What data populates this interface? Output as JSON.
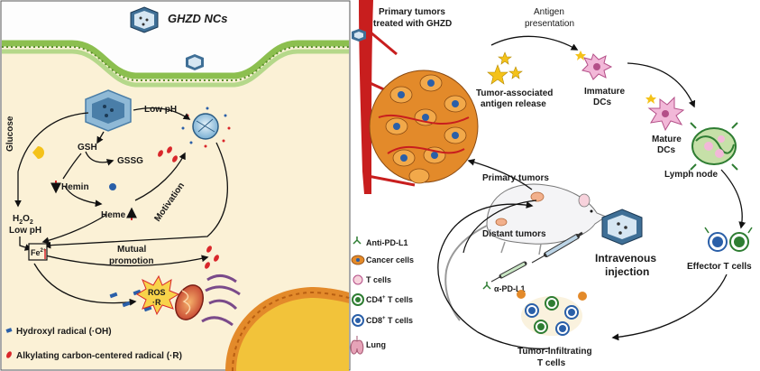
{
  "left_panel": {
    "title": "GHZD NCs",
    "glucose": "Glucose",
    "low_ph_top": "Low pH",
    "gsh": "GSH",
    "gssg": "GSSG",
    "hemin": "Hemin",
    "heme": "Heme",
    "motivation": "Motivation",
    "h2o2_main": "H",
    "h2o2_sub1": "2",
    "h2o2_mid": "O",
    "h2o2_sub2": "2",
    "low_ph_left": "Low pH",
    "fe_main": "Fe",
    "fe_sup": "2+",
    "mutual": "Mutual",
    "promotion": "promotion",
    "ros": "ROS",
    "ros_r": "·R",
    "legend_hydroxyl": "Hydroxyl radical (·OH)",
    "legend_alkyl": "Alkylating carbon-centered radical (·R)"
  },
  "right_panel": {
    "primary_treated_1": "Primary tumors",
    "primary_treated_2": "treated with GHZD",
    "antigen_pres_1": "Antigen",
    "antigen_pres_2": "presentation",
    "taa_1": "Tumor-associated",
    "taa_2": "antigen release",
    "immature_1": "Immature",
    "immature_2": "DCs",
    "mature_1": "Mature",
    "mature_2": "DCs",
    "lymph": "Lymph node",
    "primary_tumors": "Primary tumors",
    "distant_tumors": "Distant tumors",
    "iv_1": "Intravenous",
    "iv_2": "injection",
    "apd_l1": "α-PD-L1",
    "effector": "Effector T cells",
    "til_1": "Tumor-infiltrating",
    "til_2": "T cells",
    "legend": {
      "anti_pd_l1": "Anti-PD-L1",
      "cancer": "Cancer cells",
      "tcells": "T cells",
      "cd4_pre": "CD4",
      "cd4_sup": "+",
      "cd4_post": " T cells",
      "cd8_pre": "CD8",
      "cd8_sup": "+",
      "cd8_post": " T cells",
      "lung": "Lung"
    }
  },
  "colors": {
    "cytoplasm": "#fbf1d6",
    "membrane": "#8cbf4f",
    "hydroxyl": "#2a5fa8",
    "alkyl": "#d9262a",
    "vessel": "#c81e1e",
    "tumor": "#e38a2a"
  }
}
